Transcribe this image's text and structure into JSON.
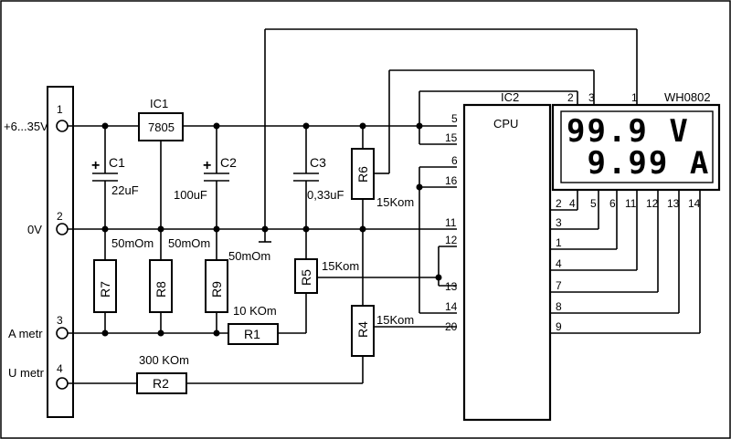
{
  "connector": {
    "pins": [
      "1",
      "2",
      "3",
      "4"
    ],
    "labels": [
      "+6...35V",
      "0V",
      "A metr",
      "U metr"
    ]
  },
  "ic1": {
    "ref": "IC1",
    "part": "7805"
  },
  "ic2": {
    "ref": "IC2",
    "name": "CPU",
    "left_pins": [
      "5",
      "15",
      "6",
      "16",
      "11",
      "12",
      "13",
      "14",
      "20"
    ],
    "right_pins": [
      "2",
      "3",
      "1",
      "4",
      "7",
      "8",
      "9"
    ]
  },
  "display": {
    "model": "WH0802",
    "line1": "99.9 V",
    "line2": " 9.99 A",
    "top_pins": [
      "2",
      "3",
      "1"
    ],
    "bottom_pins": [
      "4",
      "5",
      "6",
      "11",
      "12",
      "13",
      "14"
    ]
  },
  "components": {
    "c1": {
      "ref": "C1",
      "value": "22uF"
    },
    "c2": {
      "ref": "C2",
      "value": "100uF"
    },
    "c3": {
      "ref": "C3",
      "value": "0,33uF"
    },
    "r1": {
      "ref": "R1",
      "value": "10 KOm"
    },
    "r2": {
      "ref": "R2",
      "value": "300 KOm"
    },
    "r4": {
      "ref": "R4",
      "value": "15Kom"
    },
    "r5": {
      "ref": "R5",
      "value": "15Kom"
    },
    "r6": {
      "ref": "R6",
      "value": "15Kom"
    },
    "r7": {
      "ref": "R7",
      "value": "50mOm"
    },
    "r8": {
      "ref": "R8",
      "value": "50mOm"
    },
    "r9": {
      "ref": "R9",
      "value": "50mOm"
    }
  },
  "polarity_mark": "+"
}
